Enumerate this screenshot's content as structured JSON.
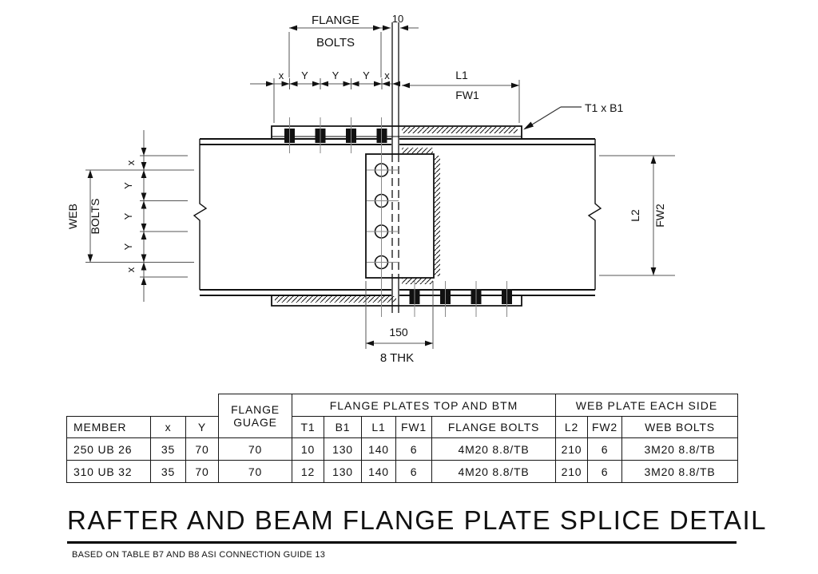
{
  "drawing": {
    "flange_bolts_label": [
      "FLANGE",
      "BOLTS"
    ],
    "gap_dim": "10",
    "top_spacing": [
      "x",
      "Y",
      "Y",
      "Y",
      "x"
    ],
    "l1_label": "L1",
    "fw1_label": "FW1",
    "plate_callout": "T1 x B1",
    "web_bolts_label": [
      "WEB",
      "BOLTS"
    ],
    "left_spacing": [
      "x",
      "Y",
      "Y",
      "Y",
      "x"
    ],
    "l2_label": "L2",
    "fw2_label": "FW2",
    "web_plate_width": "150",
    "web_plate_thickness": "8 THK"
  },
  "table": {
    "group_flange_plates": "FLANGE PLATES TOP AND BTM",
    "group_web_plate": "WEB PLATE EACH SIDE",
    "flange_guage_line1": "FLANGE",
    "flange_guage_line2": "GUAGE",
    "headers": {
      "member": "MEMBER",
      "x": "x",
      "y": "Y",
      "t1": "T1",
      "b1": "B1",
      "l1": "L1",
      "fw1": "FW1",
      "flange_bolts": "FLANGE BOLTS",
      "l2": "L2",
      "fw2": "FW2",
      "web_bolts": "WEB BOLTS"
    },
    "rows": [
      [
        "250 UB 26",
        "35",
        "70",
        "70",
        "10",
        "130",
        "140",
        "6",
        "4M20 8.8/TB",
        "210",
        "6",
        "3M20 8.8/TB"
      ],
      [
        "310 UB 32",
        "35",
        "70",
        "70",
        "12",
        "130",
        "140",
        "6",
        "4M20 8.8/TB",
        "210",
        "6",
        "3M20 8.8/TB"
      ]
    ]
  },
  "title": "RAFTER AND BEAM FLANGE PLATE SPLICE DETAIL",
  "footnote": "BASED ON TABLE B7 AND B8 ASI CONNECTION GUIDE 13"
}
